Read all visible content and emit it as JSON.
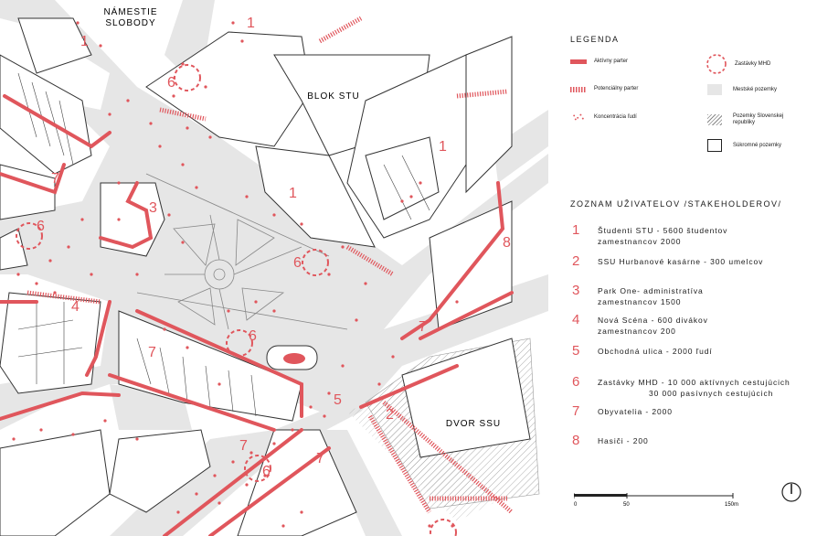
{
  "map": {
    "labels": {
      "square": [
        "NÁMESTIE",
        "SLOBODY"
      ],
      "blok_stu": "BLOK STU",
      "dvor_ssu": "DVOR SSU"
    },
    "zone_numbers": [
      "1",
      "1",
      "1",
      "1",
      "2",
      "3",
      "4",
      "5",
      "6",
      "6",
      "6",
      "6",
      "6",
      "7",
      "7",
      "7",
      "7",
      "7",
      "8"
    ],
    "colors": {
      "accent": "#e0565c",
      "public_land": "#e6e6e6",
      "building_outline": "#333333"
    }
  },
  "legend": {
    "title": "LEGENDA",
    "items": [
      {
        "label": "Aktívny parter",
        "symbol": "solid-red-bar"
      },
      {
        "label": "Potenciálny parter",
        "symbol": "hatched-red-bar"
      },
      {
        "label": "Koncentrácia ľudí",
        "symbol": "red-dots"
      },
      {
        "label": "Zastávky MHD",
        "symbol": "dashed-red-circle"
      },
      {
        "label": "Mestské pozemky",
        "symbol": "grey-square"
      },
      {
        "label": "Pozemky Slovenskej republiky",
        "symbol": "hatched-square"
      },
      {
        "label": "Súkromné pozemky",
        "symbol": "outlined-square"
      }
    ]
  },
  "stakeholders": {
    "title": "ZOZNAM UŽIVATELOV /STAKEHOLDEROV/",
    "items": [
      {
        "num": "1",
        "lines": [
          "Študenti STU - 5600 študentov",
          "zamestnancov 2000"
        ]
      },
      {
        "num": "2",
        "lines": [
          "SSU Hurbanové kasárne - 300 umelcov"
        ]
      },
      {
        "num": "3",
        "lines": [
          "Park One- administratíva",
          "zamestnancov 1500"
        ]
      },
      {
        "num": "4",
        "lines": [
          "Nová Scéna - 600 divákov",
          "zamestnancov 200"
        ]
      },
      {
        "num": "5",
        "lines": [
          "Obchodná ulica - 2000 ľudí"
        ]
      },
      {
        "num": "6",
        "lines": [
          "Zastávky MHD - 10 000 aktívnych cestujúcich",
          "30 000 pasívnych cestujúcich"
        ]
      },
      {
        "num": "7",
        "lines": [
          "Obyvatelia - 2000"
        ]
      },
      {
        "num": "8",
        "lines": [
          "Hasiči - 200"
        ]
      }
    ]
  },
  "scale": {
    "labels": [
      "0",
      "50",
      "150m"
    ]
  },
  "north_arrow": {
    "icon": "north-arrow-icon"
  }
}
